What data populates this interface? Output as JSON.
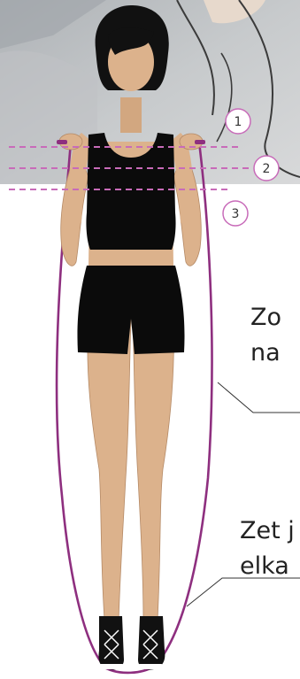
{
  "markers": [
    "1",
    "2",
    "3"
  ],
  "captions": [
    "Zo\nna",
    "Zet j\nelka"
  ],
  "colors": {
    "rope": "#8e2f7f",
    "dash": "#c86bb9",
    "skin": "#dcb28c",
    "hair": "#111111",
    "outfit": "#0b0b0b",
    "photo_bg": "#b8bcc0"
  }
}
